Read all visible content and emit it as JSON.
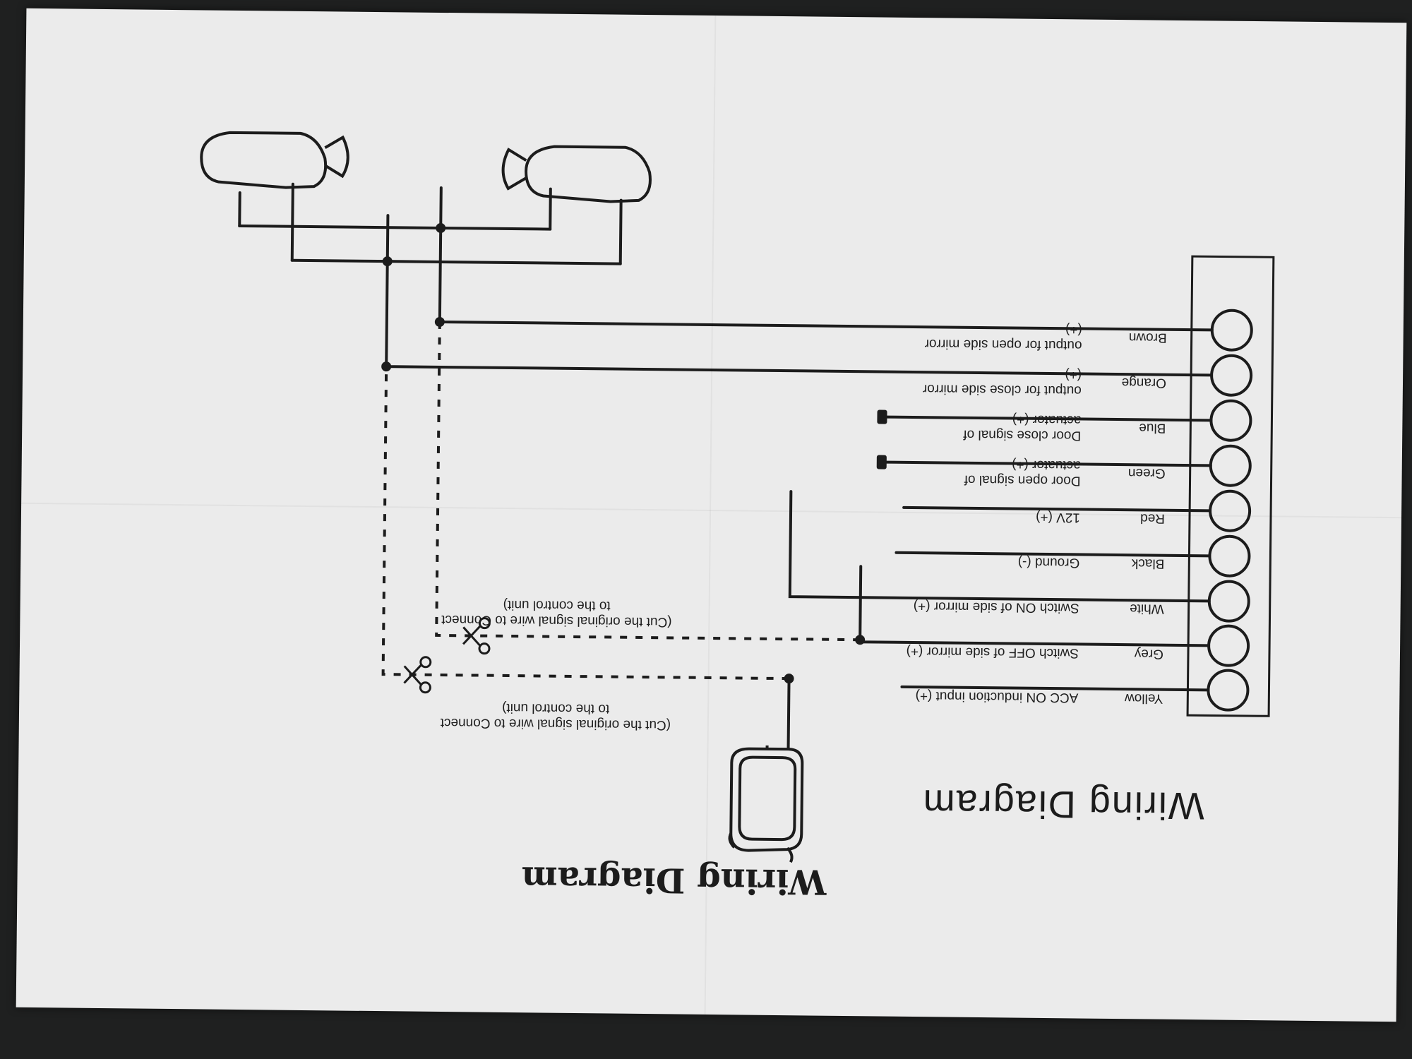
{
  "page_title": "Wiring Diagram",
  "subtitle": "Wiring Diagram",
  "wires": [
    {
      "color": "Yellow",
      "description": "ACC ON induction input (+)"
    },
    {
      "color": "Grey",
      "description": "Switch OFF of side mirror (+)"
    },
    {
      "color": "White",
      "description": "Switch ON of side mirror (+)"
    },
    {
      "color": "Black",
      "description": "Ground (-)"
    },
    {
      "color": "Red",
      "description": "12V (+)"
    },
    {
      "color": "Green",
      "description": "Door open signal of actuator (+)"
    },
    {
      "color": "Blue",
      "description": "Door close signal of actuator (+)"
    },
    {
      "color": "Orange",
      "description": "output for close side mirror (+)"
    },
    {
      "color": "Brown",
      "description": "output for open side mirror (+)"
    }
  ],
  "notes": {
    "cut_note_1": "(Cut the original signal wire to Connect to the control unit)",
    "cut_note_2": "(Cut the original signal wire to Connect to the control unit)"
  },
  "icons": {
    "scissors": "scissors-icon",
    "switch": "mirror-switch-icon",
    "mirror": "side-mirror-icon",
    "terminal": "terminal-circle-icon"
  },
  "colors": {
    "paper": "#ebebeb",
    "ink": "#1c1c1c",
    "background": "#1f2020"
  }
}
